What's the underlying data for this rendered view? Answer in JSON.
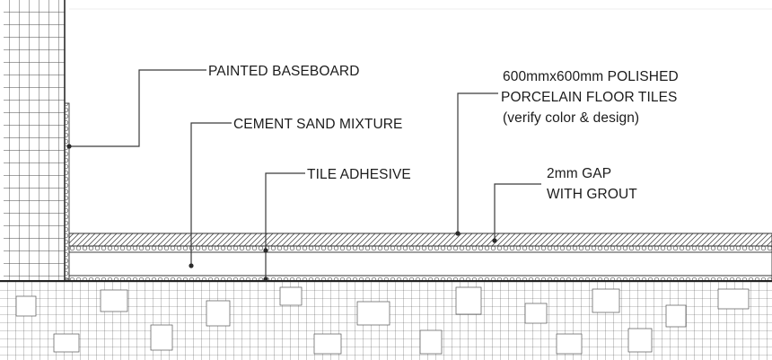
{
  "labels": {
    "painted_baseboard": "PAINTED BASEBOARD",
    "cement_sand_mixture": "CEMENT SAND MIXTURE",
    "tile_adhesive": "TILE ADHESIVE",
    "floor_tiles_line1": "600mmx600mm POLISHED",
    "floor_tiles_line2": "PORCELAIN FLOOR TILES",
    "floor_tiles_line3": "(verify color & design)",
    "grout_line1": "2mm GAP",
    "grout_line2": "WITH GROUT"
  },
  "colors": {
    "line": "#3a3a3a",
    "hatch": "#555555",
    "wall_grid": "#4a4a4a",
    "background": "#ffffff"
  }
}
